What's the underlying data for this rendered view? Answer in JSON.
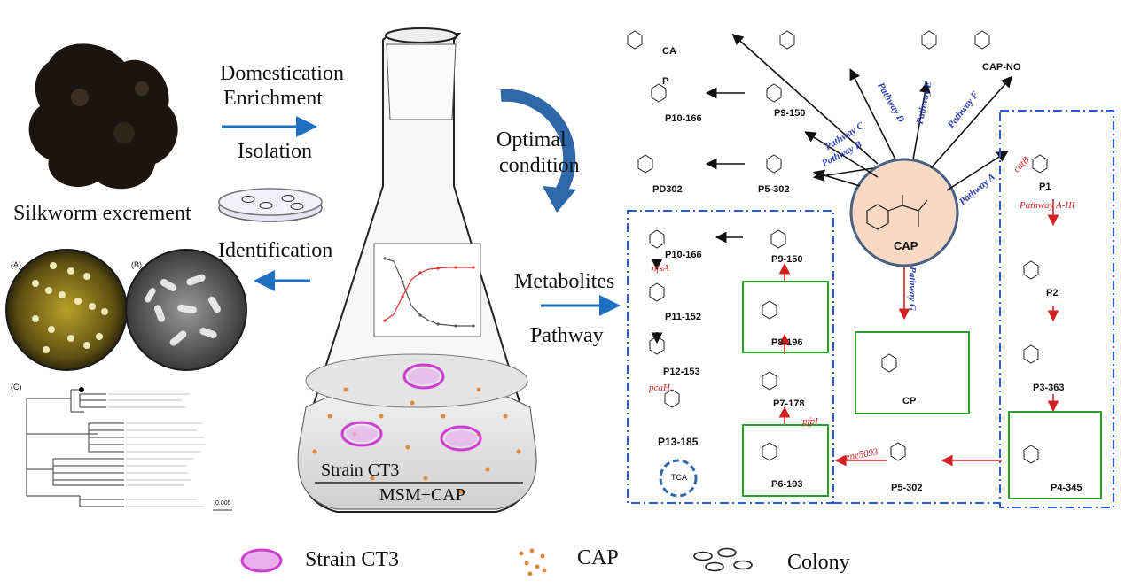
{
  "left": {
    "source_label": "Silkworm excrement",
    "step_domestication": "Domestication",
    "step_enrichment": "Enrichment",
    "step_isolation": "Isolation",
    "step_identification": "Identification",
    "panel_a": "(A)",
    "panel_b": "(B)",
    "panel_c": "(C)",
    "tree_scale": "0.005"
  },
  "flask": {
    "strain_label": "Strain CT3",
    "medium_label": "MSM+CAP",
    "optimal_1": "Optimal",
    "optimal_2": "condition",
    "metabolites_1": "Metabolites",
    "metabolites_2": "Pathway"
  },
  "pathway": {
    "center": "CAP",
    "pathways": [
      "Pathway A",
      "Pathway B",
      "Pathway C",
      "Pathway D",
      "Pathway E",
      "Pathway F",
      "Pathway G",
      "Pathway A-III"
    ],
    "genes": [
      "catB",
      "nfsA",
      "pcaH",
      "pfpI",
      "gene5093"
    ],
    "compounds": {
      "ca": "CA",
      "p": "P",
      "p10_top": "P10-166",
      "p9_top": "P9-150",
      "capno": "CAP-NO",
      "pd302": "PD302",
      "p5_top": "P5-302",
      "p1": "P1",
      "p2": "P2",
      "p3": "P3-363",
      "p4": "P4-345",
      "p10": "P10-166",
      "p11": "P11-152",
      "p12": "P12-153",
      "p13": "P13-185",
      "tca": "TCA",
      "p9": "P9-150",
      "p8": "P8-196",
      "p7": "P7-178",
      "p6": "P6-193",
      "p5": "P5-302",
      "cp": "CP"
    }
  },
  "legend": {
    "strain": "Strain CT3",
    "cap": "CAP",
    "colony": "Colony"
  }
}
